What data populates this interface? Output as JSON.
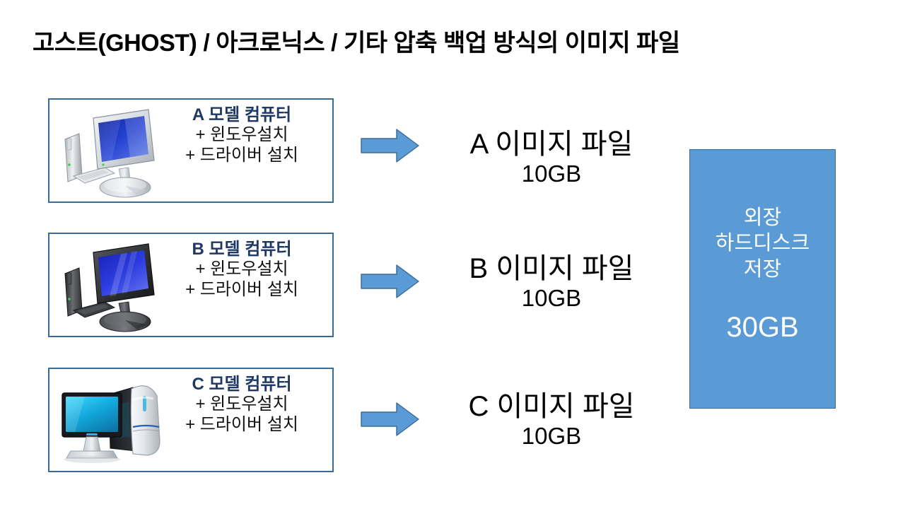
{
  "slide": {
    "title": "고스트(GHOST) / 아크로닉스 / 기타 압축 백업 방식의 이미지 파일",
    "title_color": "#000000",
    "background": "#ffffff"
  },
  "theme": {
    "accent_blue": "#5B9BD5",
    "border_blue": "#3A6A96",
    "navy_text": "#1F3864",
    "white_text": "#FFFFFF"
  },
  "rows": [
    {
      "icon": "desktop-computer-silver-icon",
      "model_title": "A 모델 컴퓨터",
      "line1": "+ 윈도우설치",
      "line2": "+ 드라이버 설치",
      "arrow": "right-arrow-icon",
      "file_name": "A 이미지 파일",
      "file_size": "10GB"
    },
    {
      "icon": "desktop-computer-black-icon",
      "model_title": "B 모델 컴퓨터",
      "line1": "+ 윈도우설치",
      "line2": "+ 드라이버 설치",
      "arrow": "right-arrow-icon",
      "file_name": "B 이미지 파일",
      "file_size": "10GB"
    },
    {
      "icon": "desktop-computer-tower-icon",
      "model_title": "C 모델 컴퓨터",
      "line1": "+ 윈도우설치",
      "line2": "+ 드라이버 설치",
      "arrow": "right-arrow-icon",
      "file_name": "C 이미지 파일",
      "file_size": "10GB"
    }
  ],
  "storage": {
    "line1": "외장",
    "line2": "하드디스크",
    "line3": "저장",
    "total": "30GB",
    "fill_color": "#5B9BD5"
  }
}
